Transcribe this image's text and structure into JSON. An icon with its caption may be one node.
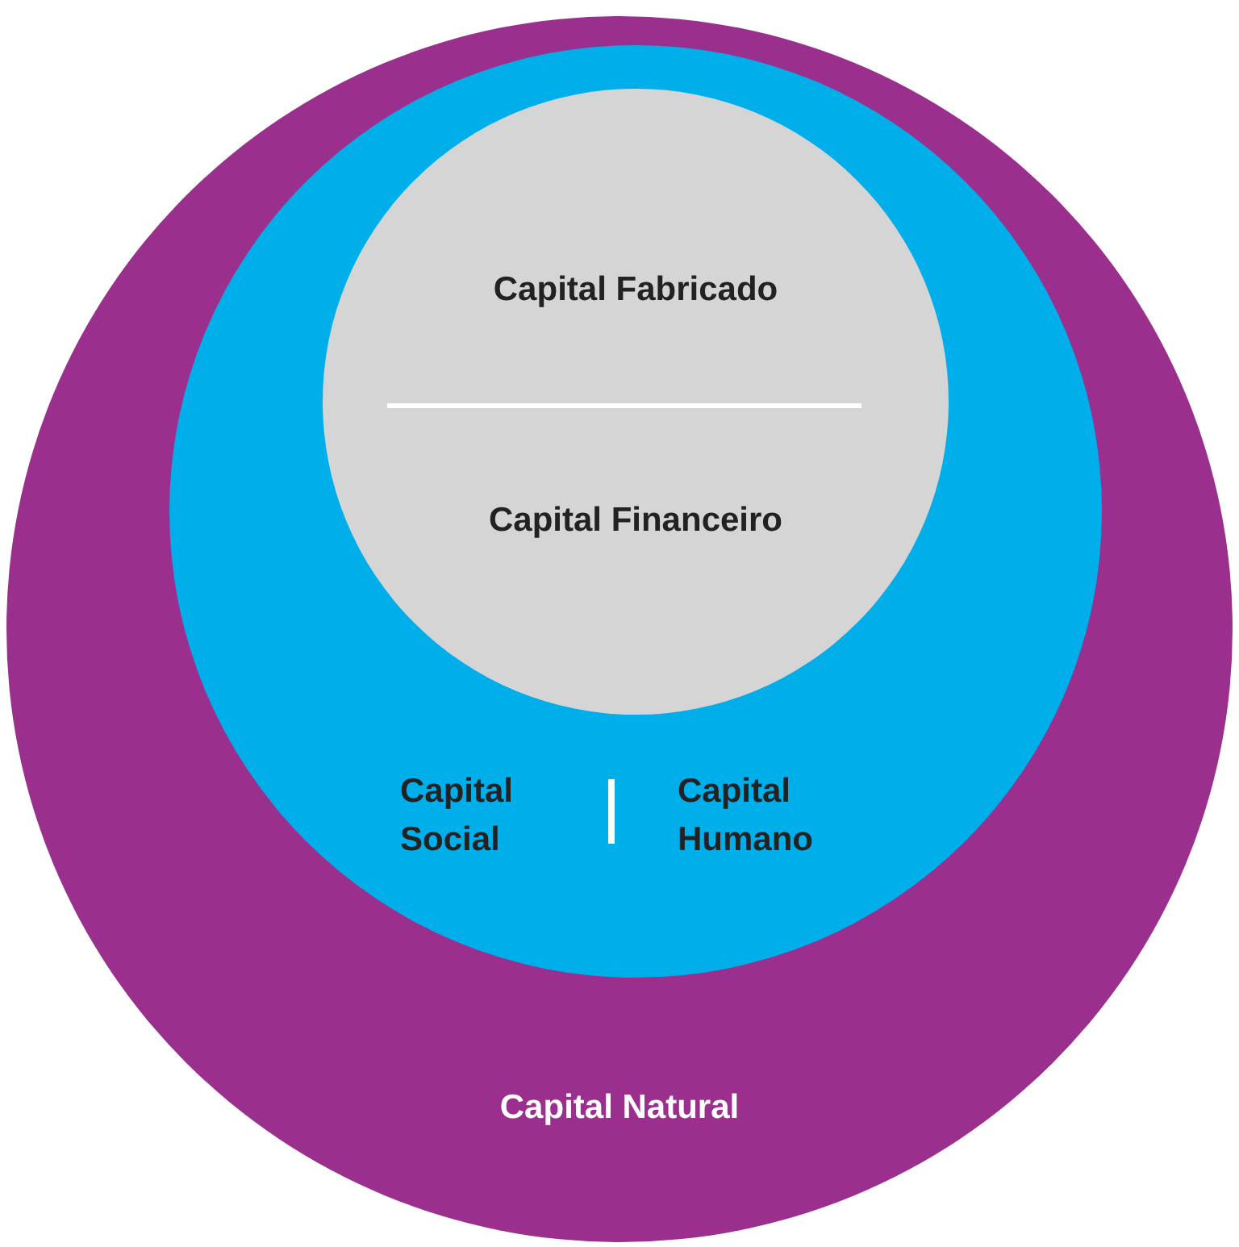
{
  "diagram": {
    "nodes": [
      {
        "text": [
          "Capital Natural"
        ]
      },
      {
        "text": [
          "Capital Social",
          "Capital Humano"
        ],
        "in": 0
      },
      {
        "text": [
          "Capital Fabricado",
          "Capital Financeiro"
        ],
        "in": 1
      }
    ]
  }
}
